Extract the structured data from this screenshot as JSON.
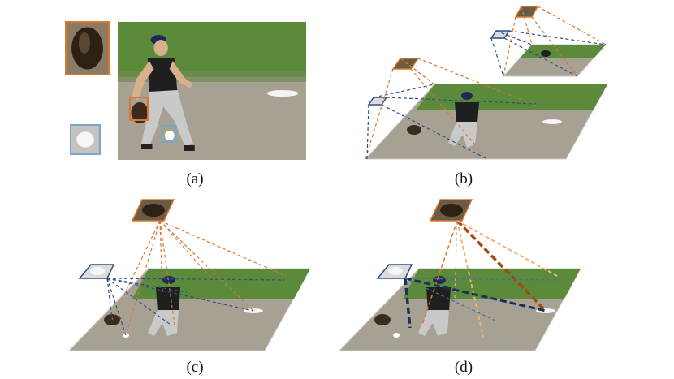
{
  "panels": [
    {
      "caption": "(a)"
    },
    {
      "caption": "(b)"
    },
    {
      "caption": "(c)"
    },
    {
      "caption": "(d)"
    }
  ],
  "colors": {
    "orange": "#d9772f",
    "blue": "#2f4f86",
    "dark_orange": "#a34a10",
    "light_orange": "#f2b07a",
    "grass": "#5b8a3a",
    "dirt": "#a6a093",
    "jersey": "#1f1f1f",
    "cap": "#1e2a55",
    "pants": "#c9c9c9"
  }
}
